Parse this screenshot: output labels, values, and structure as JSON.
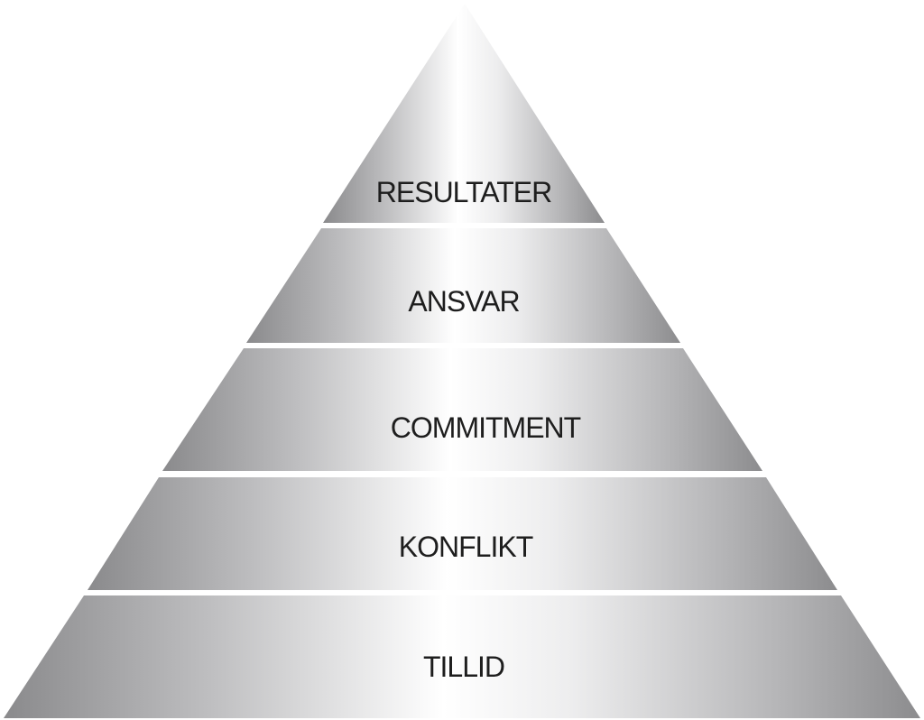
{
  "diagram": {
    "type": "pyramid",
    "tiers": [
      {
        "label": "RESULTATER"
      },
      {
        "label": "ANSVAR"
      },
      {
        "label": "COMMITMENT"
      },
      {
        "label": "KONFLIKT"
      },
      {
        "label": "TILLID"
      }
    ]
  }
}
